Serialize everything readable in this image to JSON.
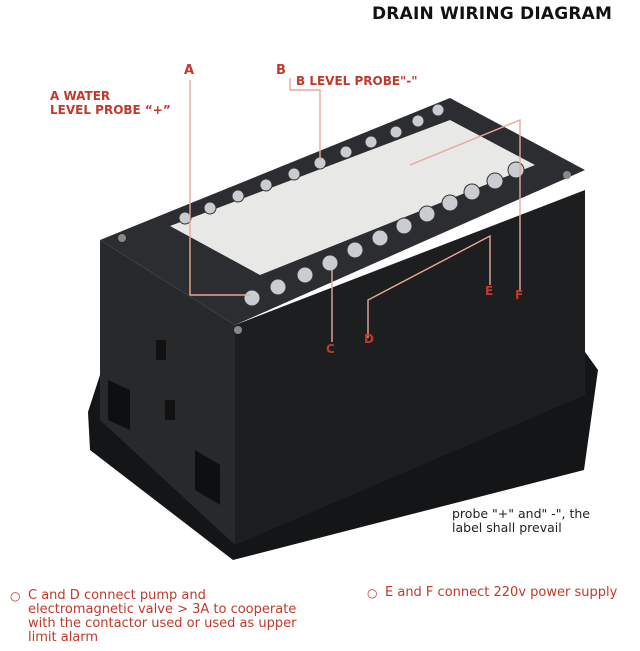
{
  "title": "DRAIN WIRING DIAGRAM",
  "labels": {
    "a_letter": "A",
    "b_letter": "B",
    "a_probe_line1": "A WATER",
    "a_probe_line2": "LEVEL PROBE  “+”",
    "b_probe": "B LEVEL PROBE\"-\"",
    "c": "C",
    "d": "D",
    "e": "E",
    "f": "F"
  },
  "note": {
    "line1": "probe \"+\" and\" -\", the",
    "line2": "label shall prevail"
  },
  "bullets": [
    {
      "marker": "○",
      "lines": [
        "C and D connect pump and",
        "electromagnetic valve > 3A to cooperate",
        "with the contactor used or used as upper",
        "limit alarm"
      ]
    },
    {
      "marker": "○",
      "lines": [
        "E and F connect 220v power supply"
      ]
    }
  ],
  "colors": {
    "annotation": "#c0392b",
    "device_body": "#1f2022",
    "terminal_metal": "#c9ccd0"
  }
}
